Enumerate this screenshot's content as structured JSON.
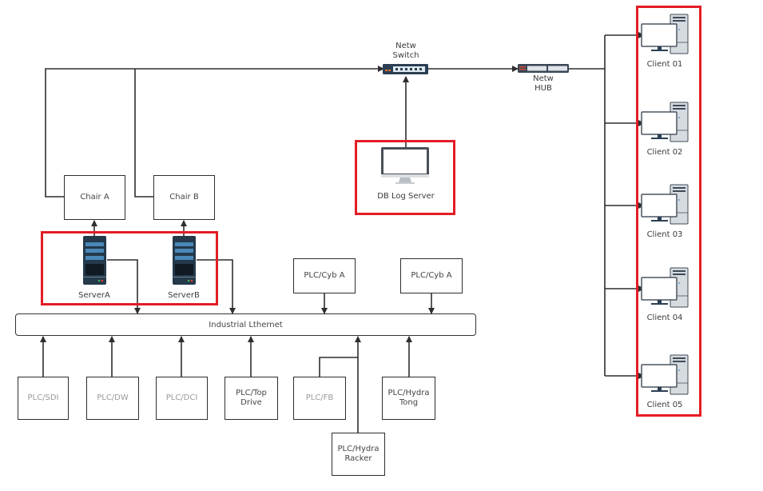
{
  "colors": {
    "highlight": "#e31d25",
    "line": "#2e2e2e",
    "device_dark": "#2b3f52",
    "device_accent": "#5b9bd5"
  },
  "network": {
    "switch_label": "Netw\nSwitch",
    "hub_label": "Netw\nHUB",
    "db_log_server_label": "DB Log Server"
  },
  "chairs": [
    {
      "label": "Chair A"
    },
    {
      "label": "Chair B"
    }
  ],
  "servers": [
    {
      "label": "ServerA"
    },
    {
      "label": "ServerB"
    }
  ],
  "bus": {
    "label": "Industrial Lthernet"
  },
  "top_plcs": [
    {
      "label": "PLC/Cyb A"
    },
    {
      "label": "PLC/Cyb A"
    }
  ],
  "bottom_plcs": [
    {
      "label": "PLC/SDI"
    },
    {
      "label": "PLC/DW"
    },
    {
      "label": "PLC/DCI"
    },
    {
      "label": "PLC/Top\nDrive"
    },
    {
      "label": "PLC/FB"
    },
    {
      "label": "PLC/Hydra\nTong"
    },
    {
      "label": "PLC/Hydra\nRacker"
    }
  ],
  "clients": [
    {
      "label": "Client 01"
    },
    {
      "label": "Client 02"
    },
    {
      "label": "Client 03"
    },
    {
      "label": "Client 04"
    },
    {
      "label": "Client 05"
    }
  ]
}
